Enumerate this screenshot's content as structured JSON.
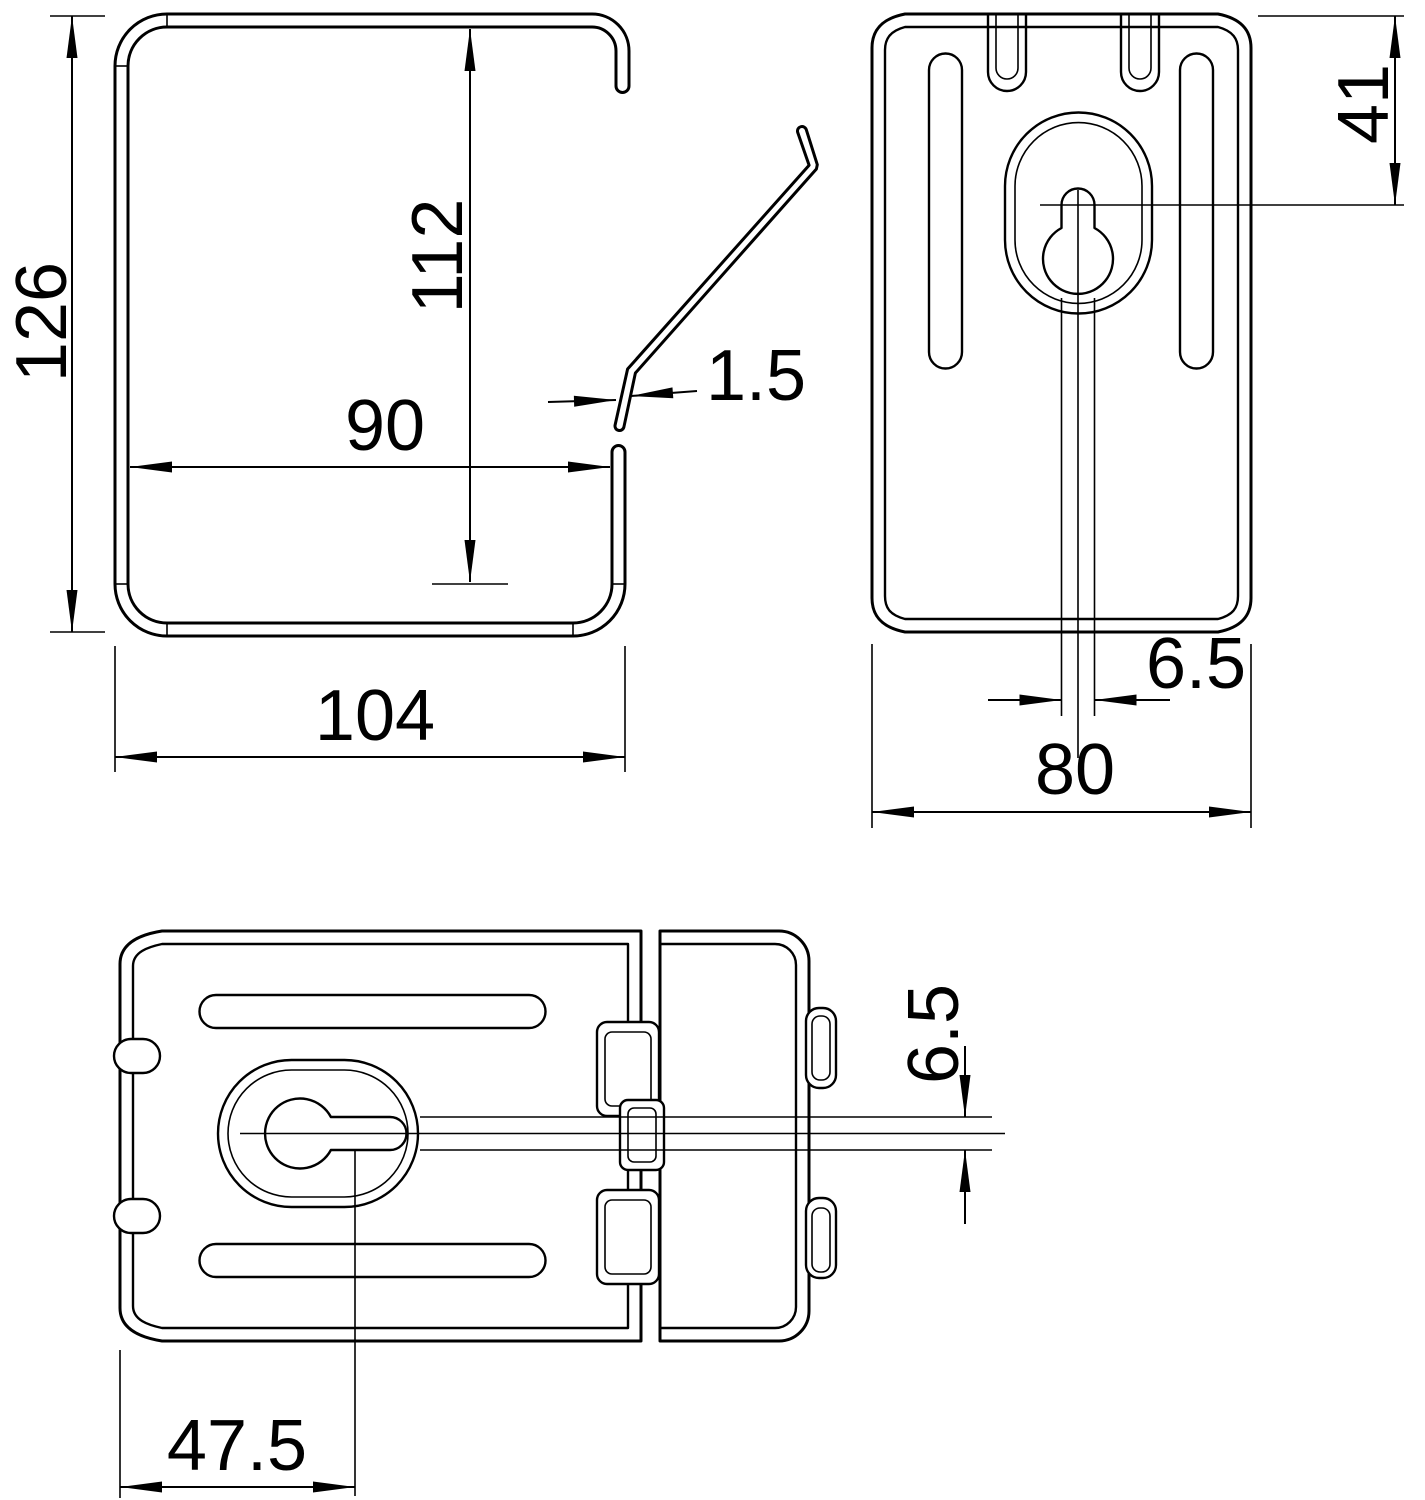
{
  "colors": {
    "line": "#000000",
    "background": "#ffffff"
  },
  "dimensions": {
    "front_view": {
      "overall_height": "126",
      "inner_height": "112",
      "inner_width": "90",
      "material_thickness": "1.5",
      "overall_width": "104"
    },
    "side_view": {
      "keyhole_from_top": "41",
      "keyhole_slot_width": "6.5",
      "overall_width": "80"
    },
    "plan_view": {
      "keyhole_slot_width": "6.5",
      "keyhole_from_edge": "47.5"
    }
  }
}
